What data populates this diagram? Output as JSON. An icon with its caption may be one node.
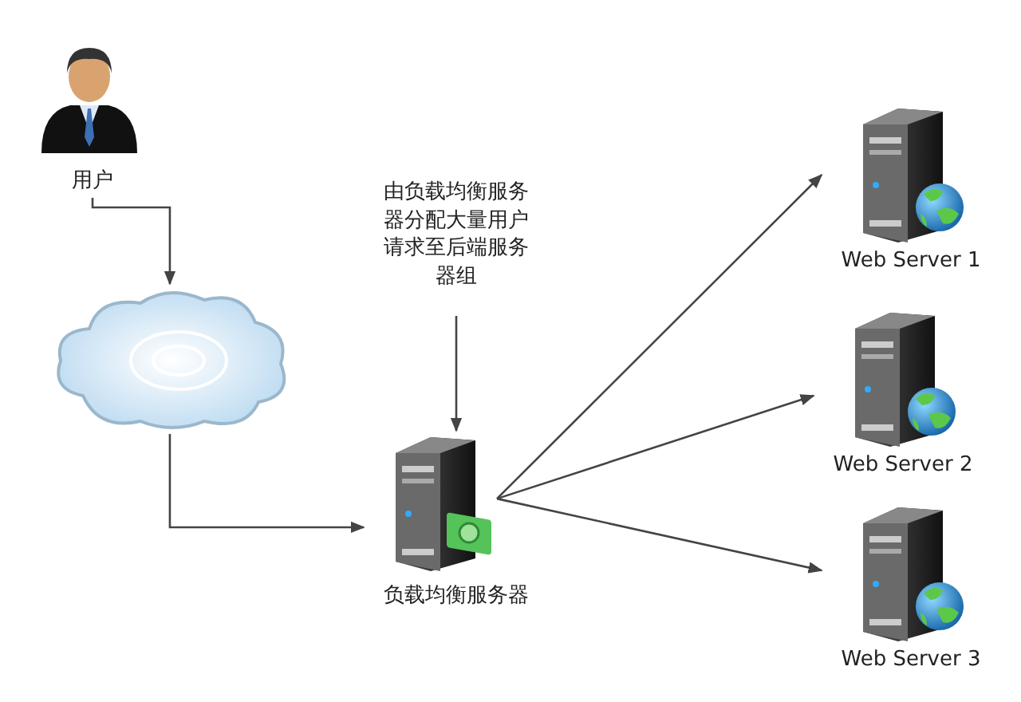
{
  "diagram": {
    "nodes": [
      {
        "text": [
          "用户"
        ]
      },
      {
        "text": [],
        "shape": "cloud"
      },
      {
        "text": [
          "由负载均衡服务器分配大量用户请求至后端服务器组"
        ]
      },
      {
        "text": [
          "负载均衡服务器"
        ]
      },
      {
        "text": [
          "Web Server 1"
        ]
      },
      {
        "text": [
          "Web Server 2"
        ]
      },
      {
        "text": [
          "Web Server 3"
        ]
      }
    ],
    "edges": [
      {
        "from": 0,
        "to": 1,
        "arrow": "to"
      },
      {
        "from": 1,
        "to": 3,
        "arrow": "to"
      },
      {
        "from": 2,
        "to": 3,
        "arrow": "to"
      },
      {
        "from": 3,
        "to": 4,
        "arrow": "to"
      },
      {
        "from": 3,
        "to": 5,
        "arrow": "to"
      },
      {
        "from": 3,
        "to": 6,
        "arrow": "to"
      }
    ]
  }
}
